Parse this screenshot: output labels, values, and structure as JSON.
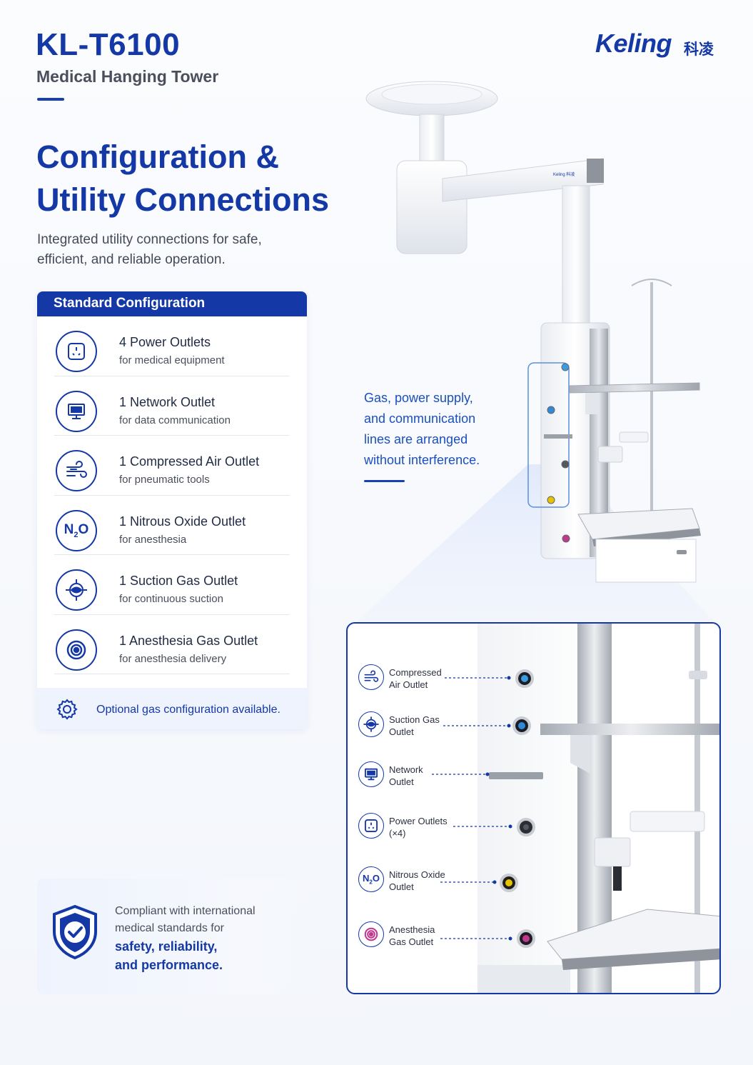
{
  "header": {
    "model": "KL-T6100",
    "subtitle": "Medical Hanging Tower",
    "brand_en": "Keling",
    "brand_cn": "科凌"
  },
  "heading": {
    "line1": "Configuration &",
    "line2": "Utility Connections"
  },
  "intro": {
    "line1": "Integrated utility connections for safe,",
    "line2": "efficient, and reliable operation."
  },
  "standard_configuration": {
    "title": "Standard Configuration",
    "items": [
      {
        "icon": "power-outlet-icon",
        "title": "4 Power Outlets",
        "desc": "for medical equipment"
      },
      {
        "icon": "monitor-icon",
        "title": "1 Network Outlet",
        "desc": "for data communication"
      },
      {
        "icon": "air-flow-icon",
        "title": "1 Compressed Air Outlet",
        "desc": "for pneumatic tools"
      },
      {
        "icon": "n2o-icon",
        "title": "1 Nitrous Oxide Outlet",
        "desc": "for anesthesia"
      },
      {
        "icon": "suction-icon",
        "title": "1 Suction Gas Outlet",
        "desc": "for continuous suction"
      },
      {
        "icon": "target-icon",
        "title": "1 Anesthesia Gas Outlet",
        "desc": "for anesthesia delivery"
      }
    ],
    "footer": "Optional gas configuration available."
  },
  "compliance": {
    "line1": "Compliant with international",
    "line2": "medical standards for",
    "strong1": "safety, reliability,",
    "strong2": "and performance."
  },
  "callout": {
    "line1": "Gas, power supply,",
    "line2": "and communication",
    "line3": "lines are arranged",
    "line4": "without interference."
  },
  "arm_label": "Keling 科凌",
  "n2o": {
    "n": "N",
    "sub": "2",
    "o": "O"
  },
  "detail_labels": [
    {
      "icon": "air-flow-icon",
      "line1": "Compressed",
      "line2": "Air Outlet",
      "port_color": "#3a9be0"
    },
    {
      "icon": "suction-icon",
      "line1": "Suction Gas",
      "line2": "Outlet",
      "port_color": "#2f88d8"
    },
    {
      "icon": "monitor-icon",
      "line1": "Network",
      "line2": "Outlet",
      "port_color": "#8a8f99"
    },
    {
      "icon": "power-outlet-icon",
      "line1": "Power Outlets",
      "line2": "(×4)",
      "port_color": "#55585f"
    },
    {
      "icon": "n2o-icon",
      "line1": "Nitrous Oxide",
      "line2": "Outlet",
      "port_color": "#e6c200"
    },
    {
      "icon": "target-icon",
      "line1": "Anesthesia",
      "line2": "Gas Outlet",
      "port_color": "#c0398f"
    }
  ],
  "colors": {
    "brand_blue": "#1438a6",
    "accent_blue": "#1a4fbf",
    "text_dark": "#1f2a44",
    "text_gray": "#4a4f5c"
  }
}
